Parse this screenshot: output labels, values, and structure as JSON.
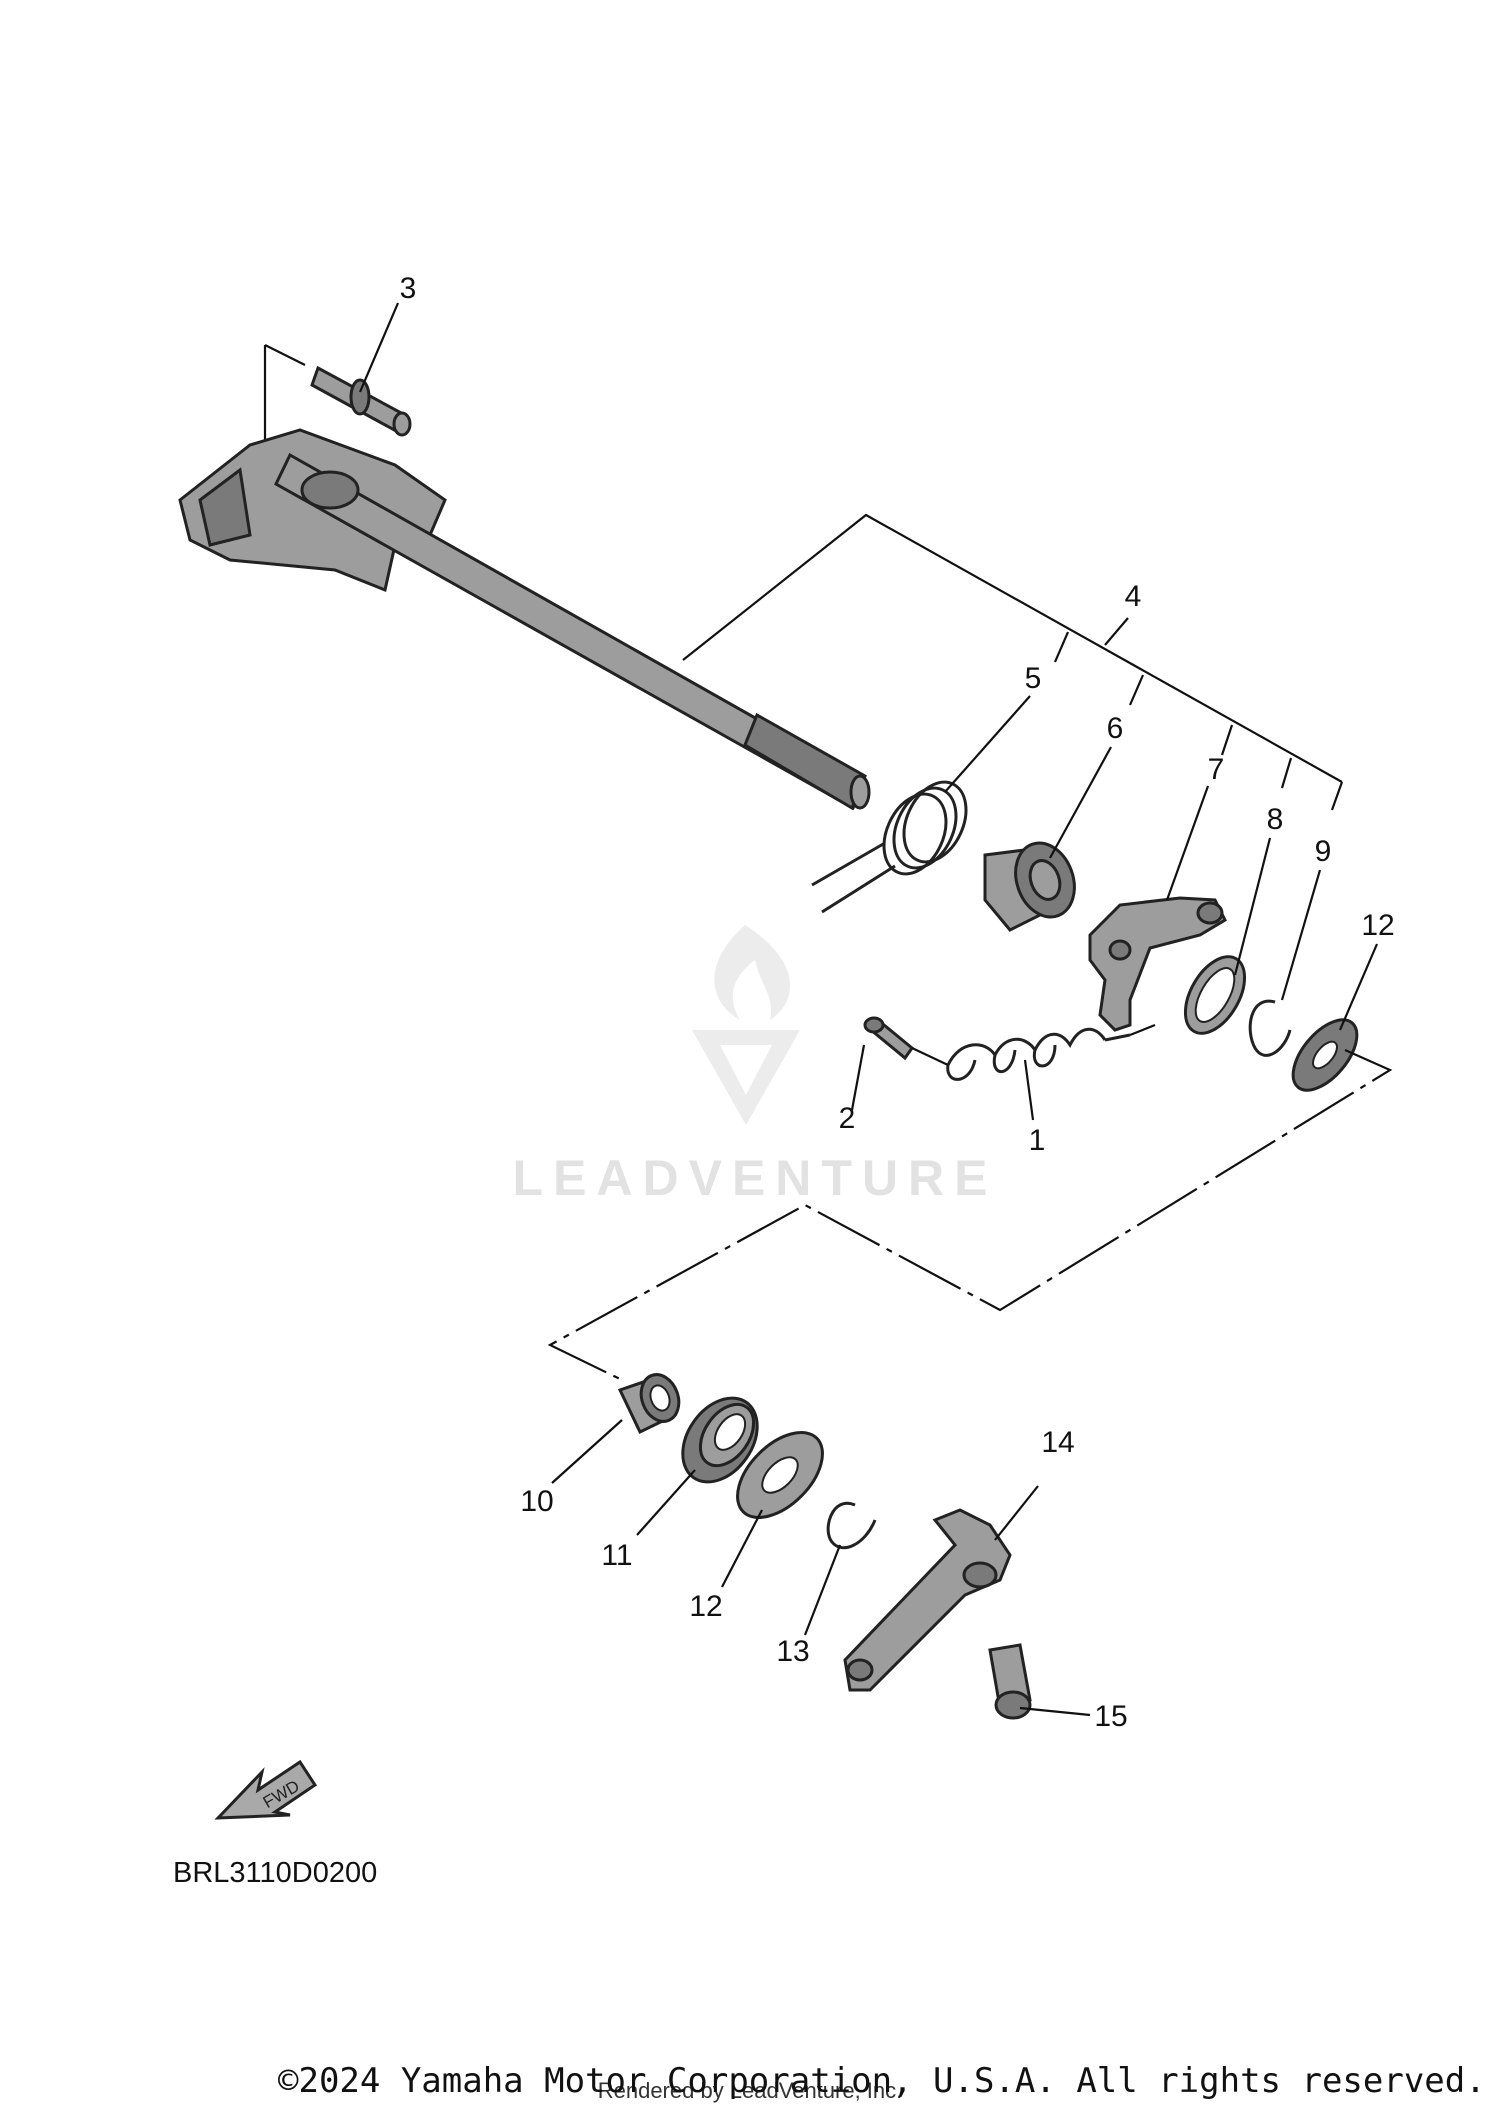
{
  "diagram": {
    "callouts": [
      {
        "id": "c3",
        "label": "3"
      },
      {
        "id": "c4",
        "label": "4"
      },
      {
        "id": "c5",
        "label": "5"
      },
      {
        "id": "c6",
        "label": "6"
      },
      {
        "id": "c7",
        "label": "7"
      },
      {
        "id": "c8",
        "label": "8"
      },
      {
        "id": "c9",
        "label": "9"
      },
      {
        "id": "c12a",
        "label": "12"
      },
      {
        "id": "c2",
        "label": "2"
      },
      {
        "id": "c1",
        "label": "1"
      },
      {
        "id": "c14",
        "label": "14"
      },
      {
        "id": "c10",
        "label": "10"
      },
      {
        "id": "c11",
        "label": "11"
      },
      {
        "id": "c12b",
        "label": "12"
      },
      {
        "id": "c13",
        "label": "13"
      },
      {
        "id": "c15",
        "label": "15"
      }
    ],
    "diagram_code": "BRL3110D0200",
    "fwd_arrow_label": "FWD",
    "watermark_text": "LEADVENTURE"
  },
  "footer": {
    "copyright": "©2024 Yamaha Motor Corporation, U.S.A. All rights reserved.",
    "rendered_by": "Rendered by LeadVenture, Inc."
  }
}
